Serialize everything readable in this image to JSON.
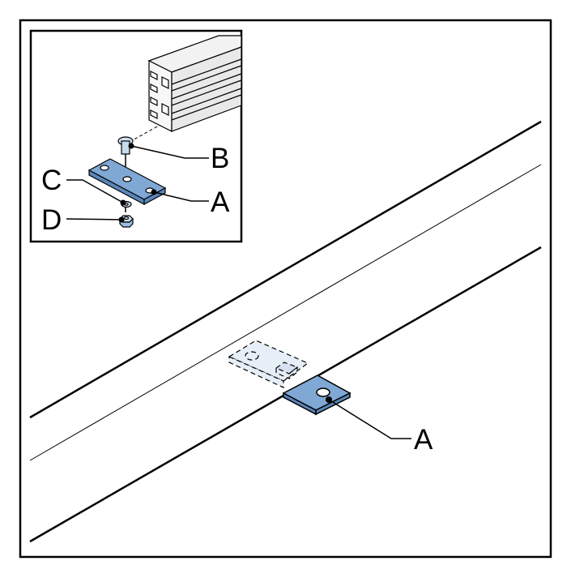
{
  "inset": {
    "labels": {
      "b": "B",
      "a": "A",
      "c": "C",
      "d": "D"
    }
  },
  "main": {
    "labels": {
      "a": "A"
    }
  },
  "colors": {
    "part_fill": "#7fa8d4",
    "part_fill_light": "#c7dbef",
    "line": "#000000",
    "background": "#ffffff"
  }
}
